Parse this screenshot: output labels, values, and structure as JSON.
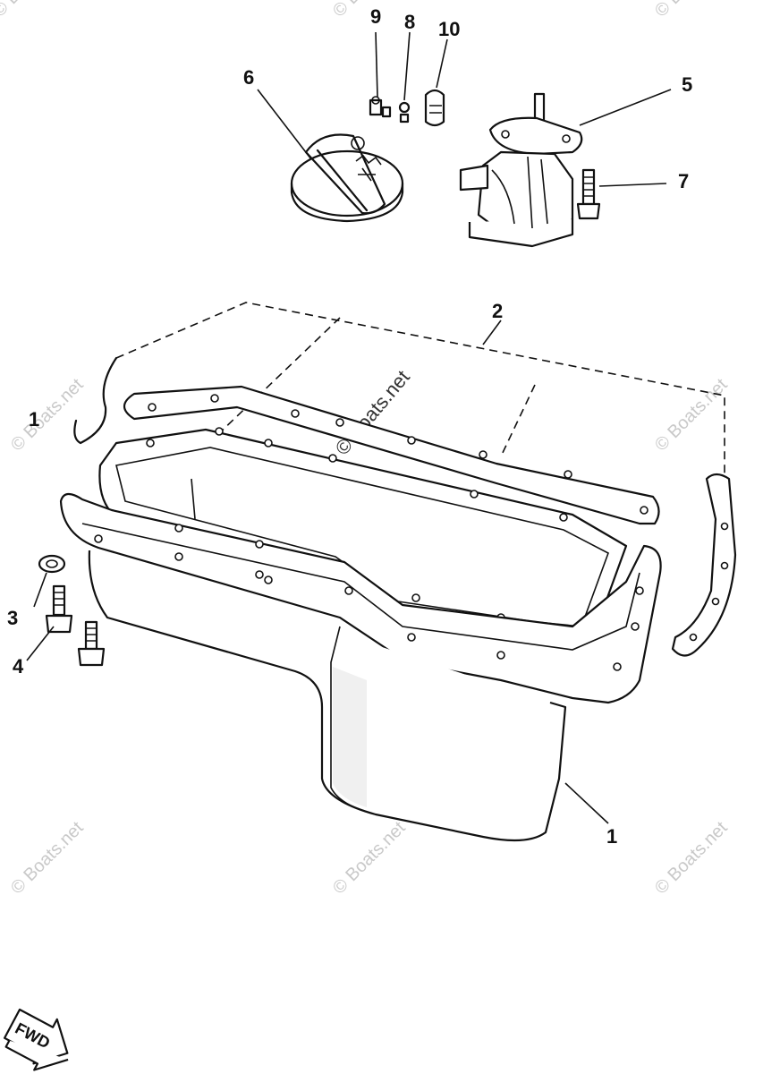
{
  "callouts": {
    "c1_top": "1",
    "c1_bottom": "1",
    "c2": "2",
    "c3": "3",
    "c4": "4",
    "c5": "5",
    "c6": "6",
    "c7": "7",
    "c8": "8",
    "c9": "9",
    "c10": "10"
  },
  "watermarks": {
    "text": "© Boats.net",
    "center": "© Boats.net"
  },
  "forward_indicator": {
    "label": "FWD"
  }
}
